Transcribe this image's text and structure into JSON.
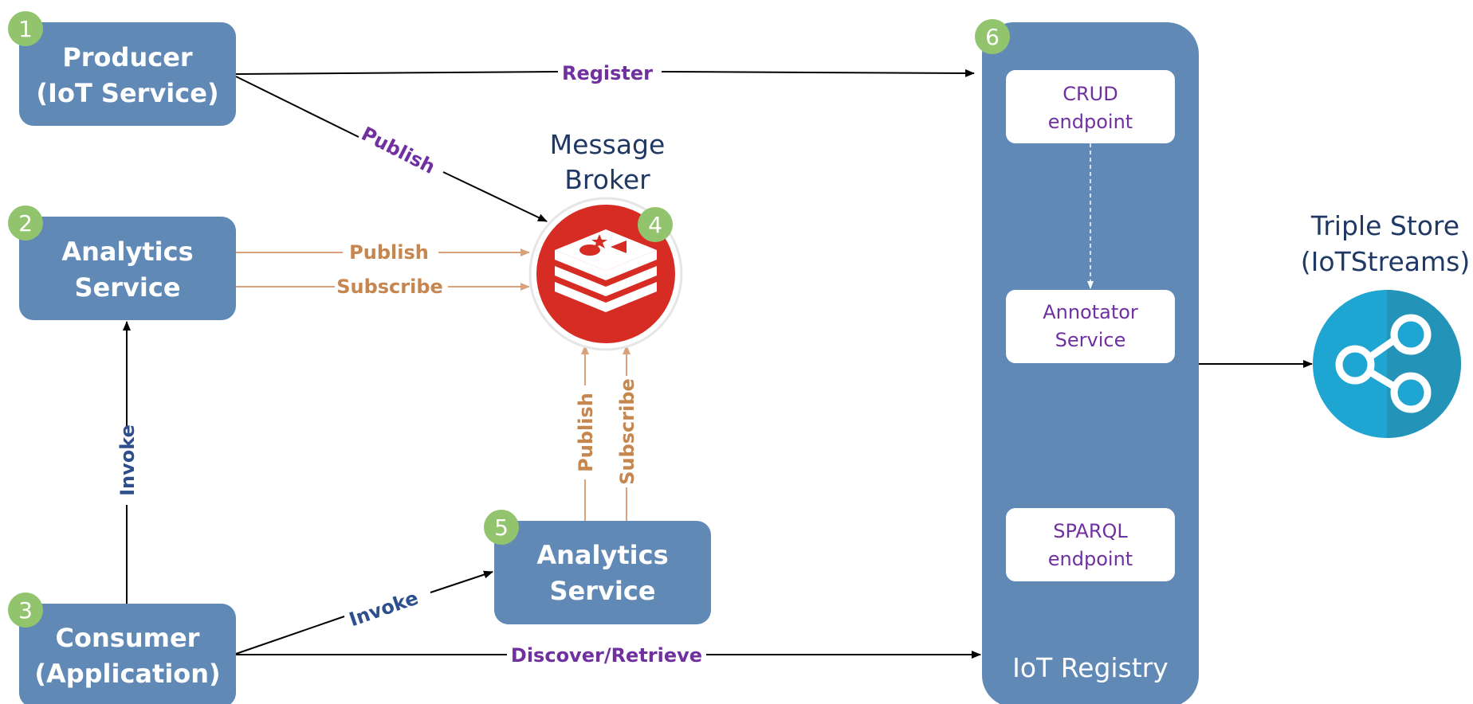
{
  "colors": {
    "node_fill": "#6189b5",
    "badge_fill": "#92c46d",
    "edge_black": "#000000",
    "edge_orange": "#d9a27a",
    "label_purple": "#7030a0",
    "label_orange": "#c5864f",
    "label_blue": "#2e4f8e",
    "broker_red": "#d62c24",
    "store_blue": "#1fa5d1"
  },
  "nodes": {
    "producer": {
      "badge": "1",
      "line1": "Producer",
      "line2": "(IoT Service)"
    },
    "analytics_top": {
      "badge": "2",
      "line1": "Analytics",
      "line2": "Service"
    },
    "consumer": {
      "badge": "3",
      "line1": "Consumer",
      "line2": "(Application)"
    },
    "broker": {
      "badge": "4",
      "line1": "Message",
      "line2": "Broker",
      "icon": "redis-icon"
    },
    "analytics_bottom": {
      "badge": "5",
      "line1": "Analytics",
      "line2": "Service"
    },
    "registry": {
      "badge": "6",
      "label": "IoT Registry",
      "crud": {
        "line1": "CRUD",
        "line2": "endpoint"
      },
      "annotator": {
        "line1": "Annotator",
        "line2": "Service"
      },
      "sparql": {
        "line1": "SPARQL",
        "line2": "endpoint"
      }
    },
    "triple_store": {
      "line1": "Triple Store",
      "line2": "(IoTStreams)",
      "icon": "graph-icon"
    }
  },
  "edges": {
    "register": "Register",
    "publish_producer": "Publish",
    "publish_analytics": "Publish",
    "subscribe_analytics": "Subscribe",
    "invoke_vertical": "Invoke",
    "invoke_diagonal": "Invoke",
    "publish_vertical": "Publish",
    "subscribe_vertical": "Subscribe",
    "discover": "Discover/Retrieve"
  }
}
